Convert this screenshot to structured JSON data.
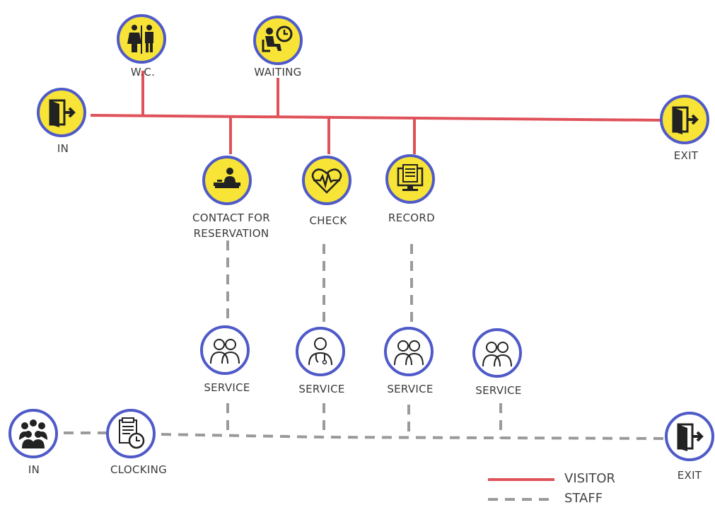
{
  "colors": {
    "visitor_line": "#e0525a",
    "staff_line": "#999999",
    "visitor_fill": "#f7e437",
    "ring": "#4f5ac8"
  },
  "visitor_nodes": {
    "in": {
      "label": "IN",
      "icon": "door-enter-icon"
    },
    "wc": {
      "label": "W.C.",
      "icon": "restroom-icon"
    },
    "waiting": {
      "label": "WAITING",
      "icon": "waiting-seat-clock-icon"
    },
    "contact": {
      "label_line1": "CONTACT FOR",
      "label_line2": "RESERVATION",
      "icon": "reception-desk-icon"
    },
    "check": {
      "label": "CHECK",
      "icon": "heartbeat-icon"
    },
    "record": {
      "label": "RECORD",
      "icon": "computer-record-icon"
    },
    "exit": {
      "label": "EXIT",
      "icon": "door-exit-icon"
    }
  },
  "staff_nodes": {
    "in": {
      "label": "IN",
      "icon": "staff-group-icon"
    },
    "clocking": {
      "label": "CLOCKING",
      "icon": "clock-document-icon"
    },
    "service1": {
      "label": "SERVICE",
      "icon": "two-staff-icon"
    },
    "service2": {
      "label": "SERVICE",
      "icon": "doctor-icon"
    },
    "service3": {
      "label": "SERVICE",
      "icon": "two-staff-icon"
    },
    "service4": {
      "label": "SERVICE",
      "icon": "two-staff-icon"
    },
    "exit": {
      "label": "EXIT",
      "icon": "door-exit-icon"
    }
  },
  "legend": {
    "visitor": "VISITOR",
    "staff": "STAFF"
  }
}
